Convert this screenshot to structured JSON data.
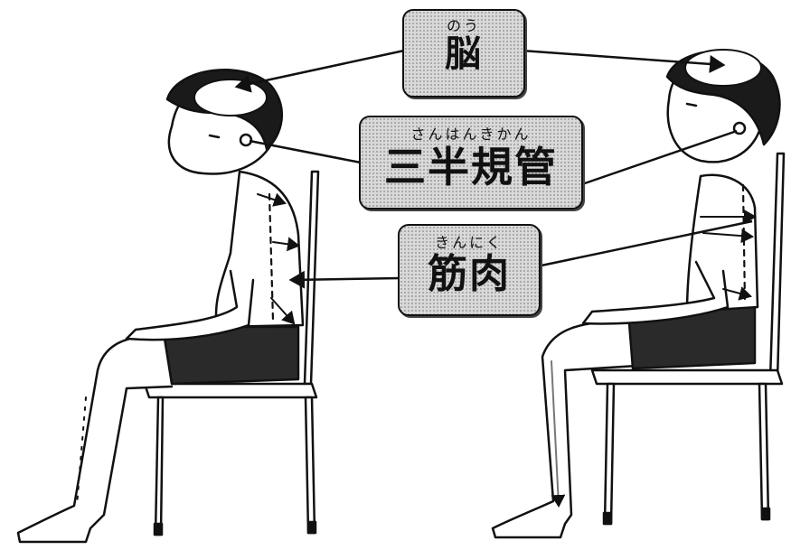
{
  "labels": {
    "brain": {
      "furigana": "のう",
      "kanji": "脳"
    },
    "semicircular_canals": {
      "furigana": "さんはんきかん",
      "kanji": "三半規管"
    },
    "muscle": {
      "furigana": "きんにく",
      "kanji": "筋肉"
    }
  },
  "colors": {
    "ink": "#111111",
    "paper": "#ffffff",
    "box_fill": "#d9d9d9"
  }
}
